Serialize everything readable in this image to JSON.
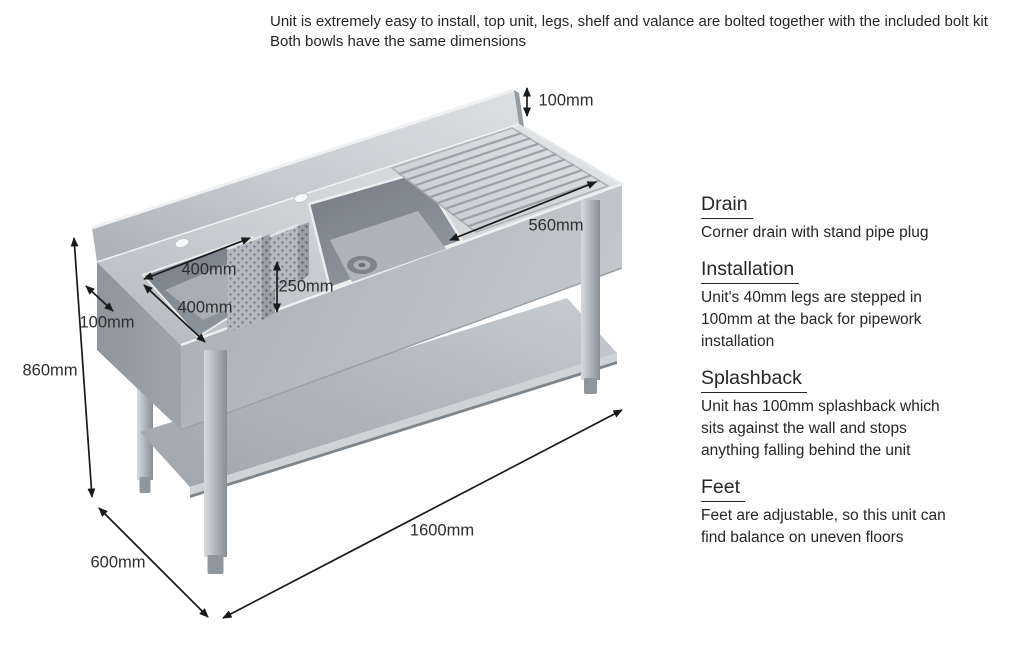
{
  "intro": {
    "line1": "Unit is extremely easy to install, top unit, legs, shelf and valance are bolted together with the included bolt kit",
    "line2": "Both bowls have the same dimensions"
  },
  "dimensions": {
    "splashback_height": "100mm",
    "drainer_length": "560mm",
    "bowl_width": "400mm",
    "bowl_length": "400mm",
    "bowl_depth": "250mm",
    "leg_step_in": "100mm",
    "unit_height": "860mm",
    "unit_depth": "600mm",
    "unit_length": "1600mm"
  },
  "sections": [
    {
      "heading": "Drain",
      "body": "Corner drain with stand pipe plug"
    },
    {
      "heading": "Installation",
      "body": "Unit's 40mm legs are stepped in\n100mm at the back for pipework\ninstallation"
    },
    {
      "heading": "Splashback",
      "body": "Unit has 100mm splashback which\nsits against the wall and stops\n anything falling behind the unit"
    },
    {
      "heading": "Feet",
      "body": "Feet are adjustable, so this unit can\nfind balance on uneven floors"
    }
  ],
  "colors": {
    "background": "#ffffff",
    "text": "#262626",
    "arrow": "#1a1a1a",
    "steel_light": "#e2e5e7",
    "steel_mid": "#b7bdc2",
    "steel_dark": "#8e959b"
  }
}
